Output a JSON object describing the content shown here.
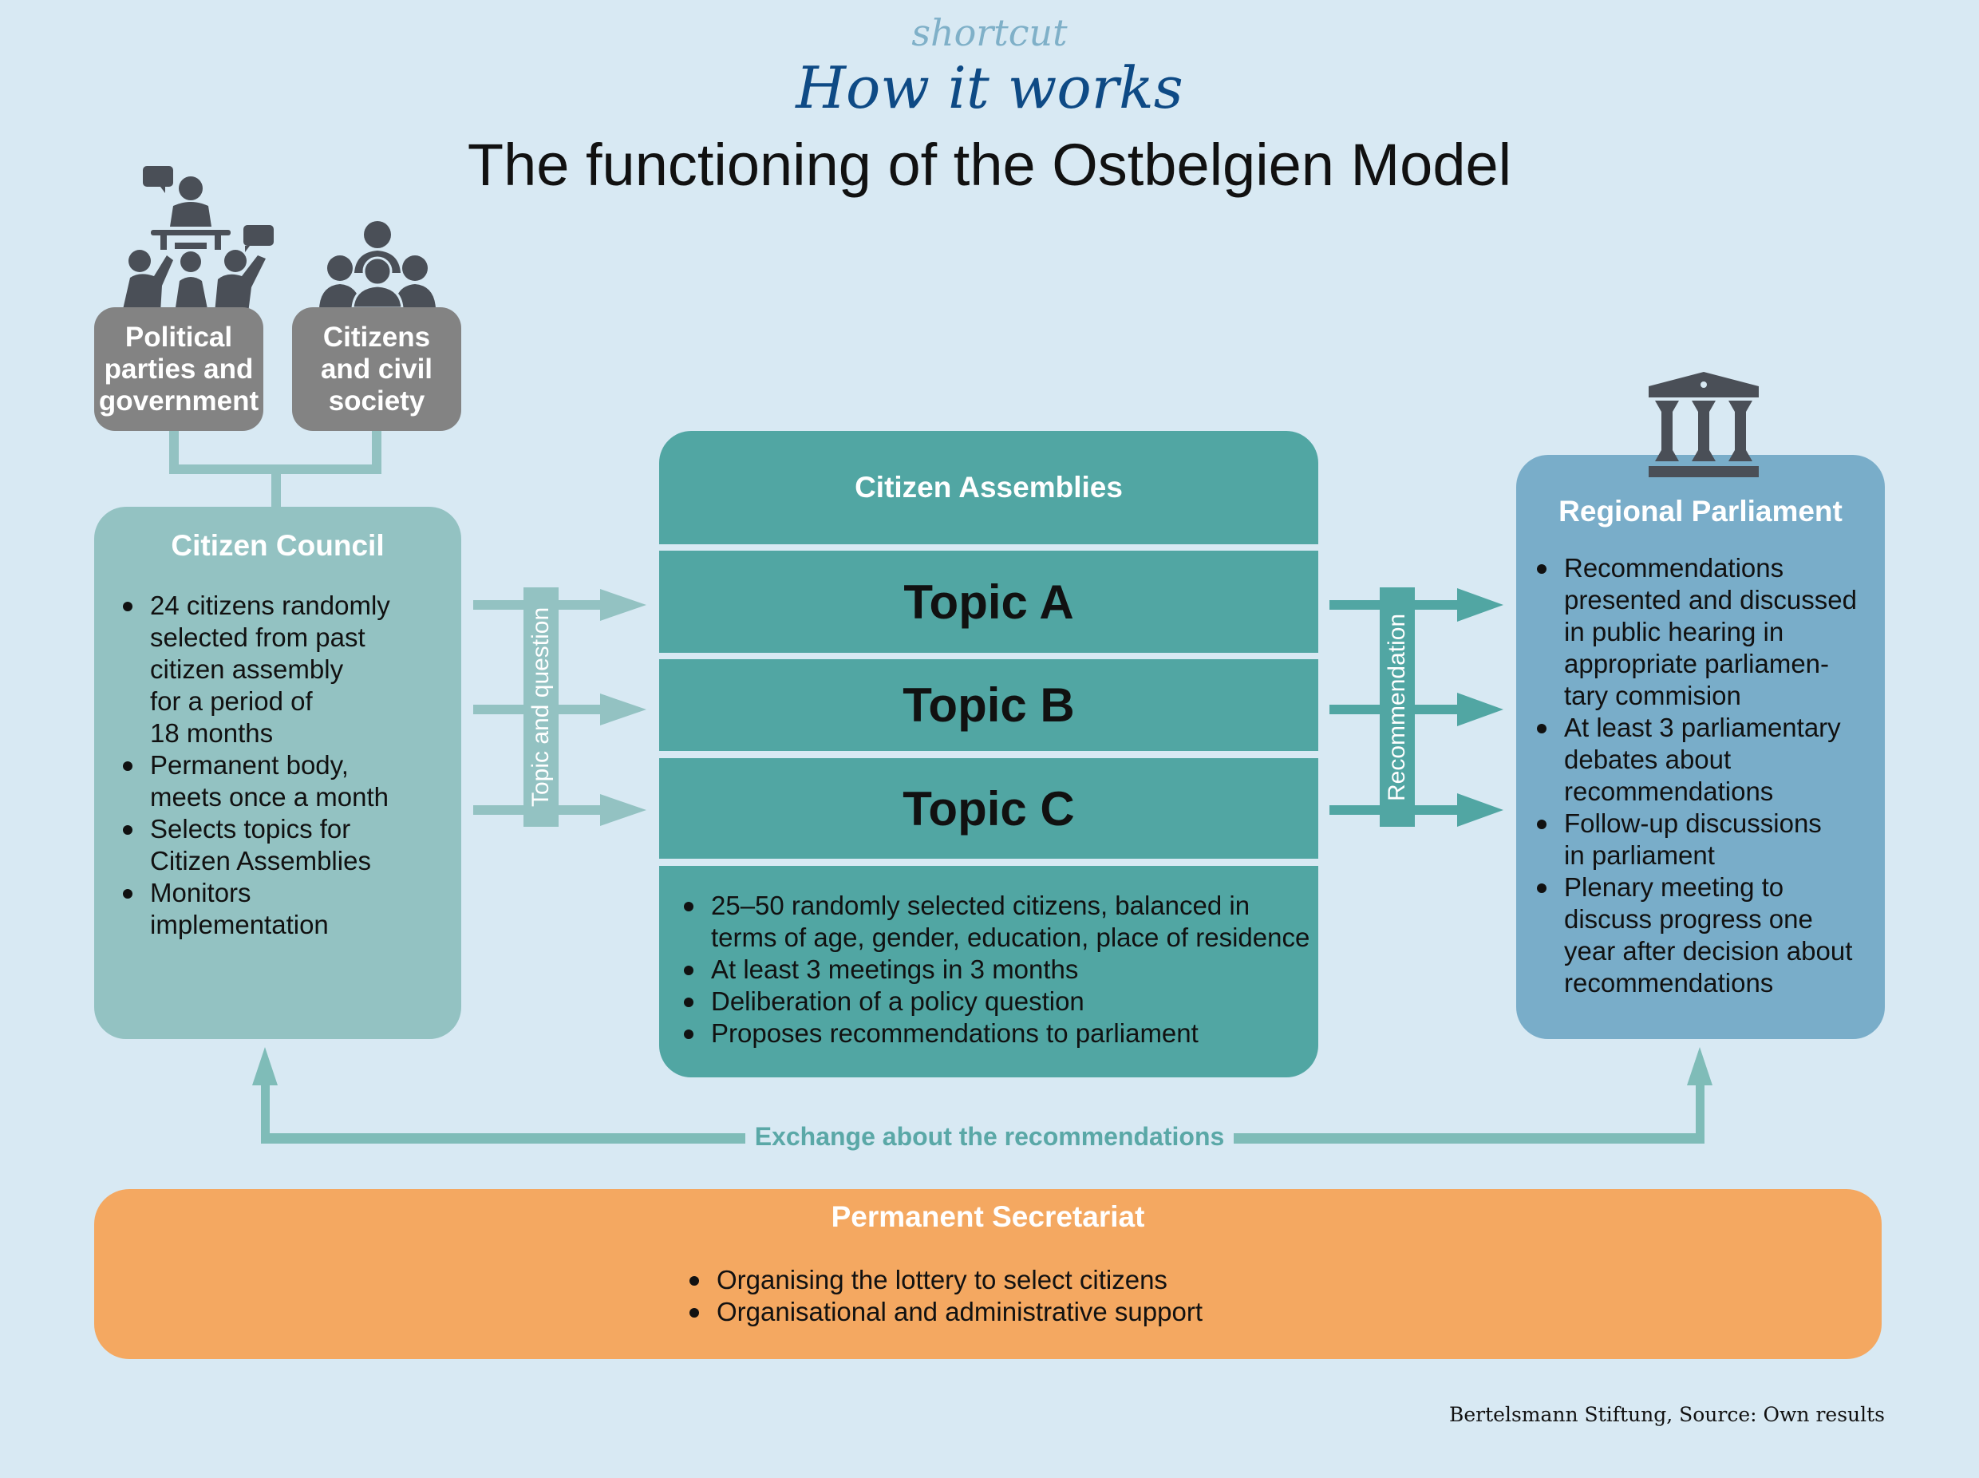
{
  "header": {
    "kicker": "shortcut",
    "subtitle": "How it works",
    "title": "The functioning of the Ostbelgien Model"
  },
  "stakeholders": [
    {
      "label": "Political\nparties and\ngovernment",
      "icon": "lecture-audience-icon"
    },
    {
      "label": "Citizens\nand civil\nsociety",
      "icon": "group-people-icon"
    }
  ],
  "citizen_council": {
    "title": "Citizen Council",
    "bullets": [
      "24 citizens randomly\nselected from past\ncitizen assembly\nfor a period of\n18 months",
      "Permanent body,\nmeets once a month",
      "Selects topics for\nCitizen Assemblies",
      "Monitors\nimplementation"
    ]
  },
  "flow_left_label": "Topic and question",
  "citizen_assemblies": {
    "title": "Citizen Assemblies",
    "topics": [
      "Topic A",
      "Topic B",
      "Topic C"
    ],
    "bullets": [
      "25–50 randomly selected citizens, balanced in\nterms of age, gender, education, place of residence",
      "At least 3 meetings in 3 months",
      "Deliberation of a policy question",
      "Proposes recommendations to parliament"
    ]
  },
  "flow_right_label": "Recommendation",
  "regional_parliament": {
    "title": "Regional Parliament",
    "icon": "parliament-building-icon",
    "bullets": [
      "Recommendations\npresented and discussed\nin public hearing in\nappropriate parliamen-\ntary commision",
      "At least 3 parliamentary\ndebates about\nrecommendations",
      "Follow-up discussions\nin parliament",
      "Plenary meeting to\ndiscuss progress one\n year after decision about\nrecommendations"
    ]
  },
  "exchange_label": "Exchange about the recommendations",
  "permanent_secretariat": {
    "title": "Permanent Secretariat",
    "bullets": [
      "Organising the lottery to select citizens",
      "Organisational and administrative support"
    ]
  },
  "footer": "Bertelsmann Stiftung, Source: Own results",
  "colors": {
    "background": "#d8e9f3",
    "stakeholder_gray": "#838383",
    "icon_dark": "#4a4f57",
    "council_teal": "#93c2c2",
    "assembly_teal": "#51a6a3",
    "parliament_blue": "#79adc9",
    "secretariat_orange": "#f4a861",
    "title_blue": "#0e4a85"
  }
}
